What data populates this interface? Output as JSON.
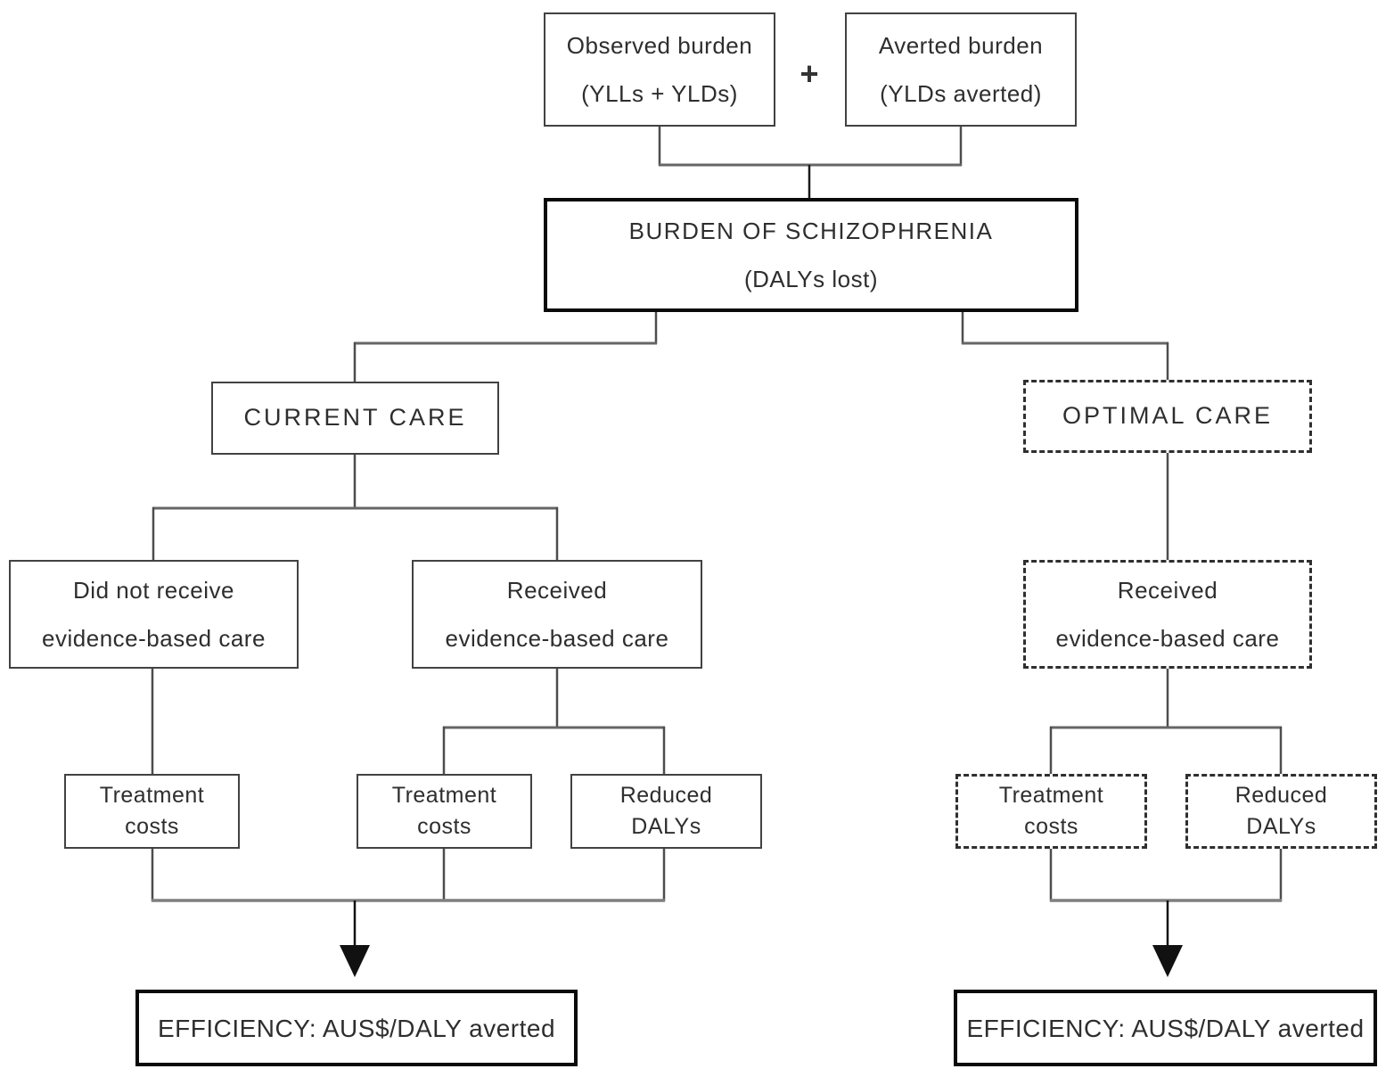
{
  "figure_type": "flowchart",
  "nodes": {
    "observed_burden": {
      "line1": "Observed burden",
      "line2": "(YLLs + YLDs)"
    },
    "plus_sign": "+",
    "averted_burden": {
      "line1": "Averted burden",
      "line2": "(YLDs averted)"
    },
    "burden": {
      "line1": "BURDEN OF SCHIZOPHRENIA",
      "line2": "(DALYs lost)"
    },
    "current_care": {
      "label": "CURRENT CARE"
    },
    "optimal_care": {
      "label": "OPTIMAL CARE"
    },
    "did_not_receive": {
      "line1": "Did not receive",
      "line2": "evidence-based care"
    },
    "received_current": {
      "line1": "Received",
      "line2": "evidence-based care"
    },
    "received_optimal": {
      "line1": "Received",
      "line2": "evidence-based care"
    },
    "treatment_costs_uncared": {
      "line1": "Treatment",
      "line2": "costs"
    },
    "treatment_costs_current": {
      "line1": "Treatment",
      "line2": "costs"
    },
    "reduced_dalys_current": {
      "line1": "Reduced",
      "line2": "DALYs"
    },
    "treatment_costs_optimal": {
      "line1": "Treatment",
      "line2": "costs"
    },
    "reduced_dalys_optimal": {
      "line1": "Reduced",
      "line2": "DALYs"
    },
    "efficiency_current": {
      "label": "EFFICIENCY: AUS$/DALY averted"
    },
    "efficiency_optimal": {
      "label": "EFFICIENCY: AUS$/DALY averted"
    }
  },
  "colors": {
    "background": "#ffffff",
    "text": "#2e2e2e",
    "box_border": "#424242",
    "bold_border": "#0a0a0a",
    "connector": "#4d4d4d",
    "merge_bar": "#7f7f7f",
    "arrow": "#111111"
  }
}
